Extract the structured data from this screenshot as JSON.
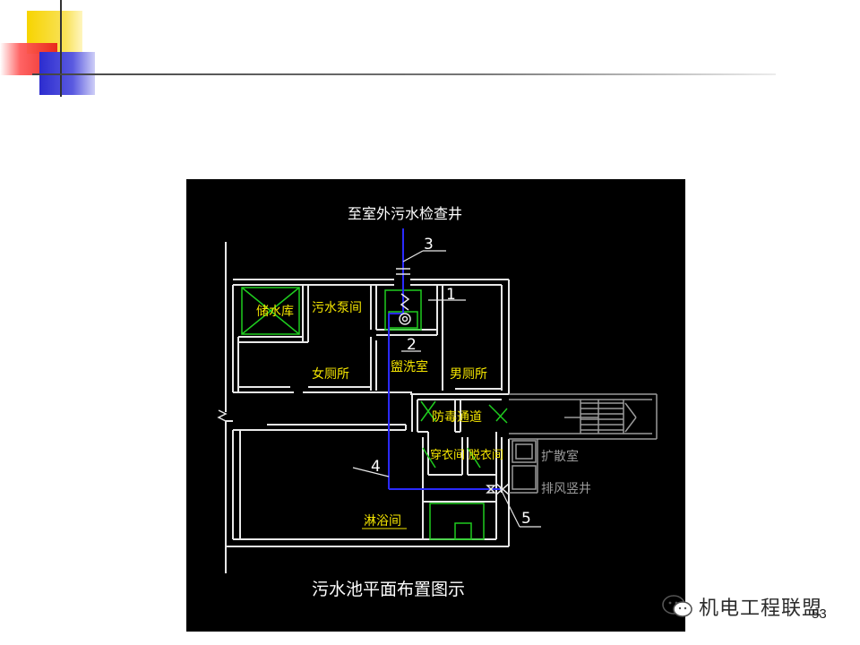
{
  "slide": {
    "page_number": "53",
    "watermark": "机电工程联盟"
  },
  "drawing": {
    "top_label": "至室外污水检查井",
    "caption": "污水池平面布置图示",
    "callouts": [
      "3",
      "1",
      "2",
      "4",
      "5"
    ],
    "rooms": {
      "water_storage": "储水库",
      "sewage_pump": "污水泵间",
      "washroom": "盥洗室",
      "womens_toilet": "女厕所",
      "mens_toilet": "男厕所",
      "gas_lock": "防毒通道",
      "dressing": "穿衣间",
      "undressing": "脱衣间",
      "expansion": "扩散室",
      "exhaust_shaft": "排风竖井",
      "shower": "淋浴间"
    },
    "colors": {
      "wall": "#e8e8e8",
      "yellow_text": "#f5e600",
      "white_text": "#ffffff",
      "pipe": "#2a2aff",
      "green": "#1fcc1f",
      "gray": "#9a9a9a"
    }
  }
}
